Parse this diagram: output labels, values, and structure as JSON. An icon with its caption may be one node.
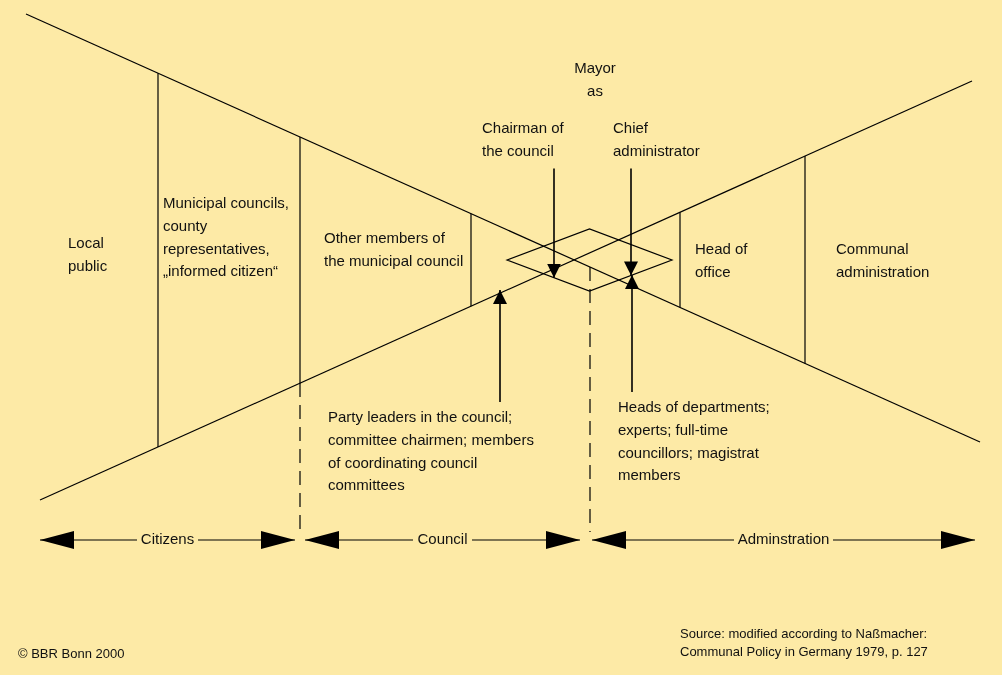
{
  "diagram": {
    "nodes": [
      {
        "text": [],
        "shape": "diamond"
      },
      {
        "text": [
          "Chairman of the council"
        ]
      },
      {
        "text": [
          "Chief administrator"
        ]
      },
      {
        "text": [
          "Party leaders in the council; committee chairmen; members of coordinating council committees"
        ]
      },
      {
        "text": [
          "Heads of departments; experts; full-time councillors; magistrat members"
        ]
      }
    ],
    "edges": [
      {
        "from": 1,
        "to": 0,
        "arrow": "to"
      },
      {
        "from": 2,
        "to": 0,
        "arrow": "to"
      },
      {
        "from": 3,
        "to": null,
        "arrow": "to"
      },
      {
        "from": 4,
        "to": 0,
        "arrow": "to"
      }
    ],
    "labels": [
      "Local public",
      "Municipal councils, county representatives, „informed citizen“",
      "Other members of the municipal council",
      "Head of office",
      "Communal administration",
      "Mayor as",
      "Citizens",
      "Council",
      "Adminstration",
      "Source: modified according to Naßmacher: Communal Policy in Germany 1979, p. 127",
      "© BBR Bonn 2000"
    ]
  }
}
